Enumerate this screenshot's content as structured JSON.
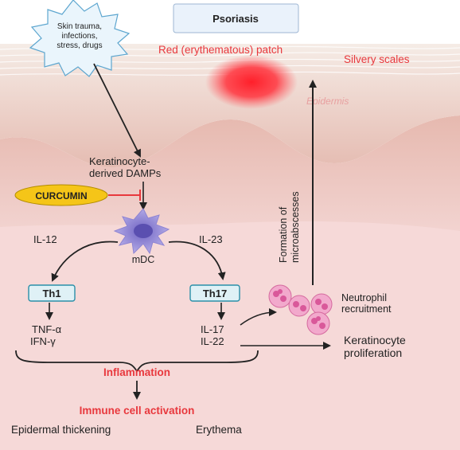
{
  "title": "Psoriasis",
  "trigger": [
    "Skin trauma,",
    "infections,",
    "stress, drugs"
  ],
  "labels": {
    "red_patch": "Red (erythematous) patch",
    "silvery_scales": "Silvery scales",
    "epidermis": "Epidermis",
    "damps_line1": "Keratinocyte-",
    "damps_line2": "derived DAMPs",
    "curcumin": "CURCUMIN",
    "il12": "IL-12",
    "il23": "IL-23",
    "mdc": "mDC",
    "th1": "Th1",
    "th17": "Th17",
    "tnf": "TNF-α",
    "ifn": "IFN-γ",
    "il17": "IL-17",
    "il22": "IL-22",
    "neutrophil_line1": "Neutrophil",
    "neutrophil_line2": "recruitment",
    "kera_line1": "Keratinocyte",
    "kera_line2": "proliferation",
    "micro_line1": "Formation of",
    "micro_line2": "microabscesses",
    "inflammation": "Inflammation",
    "immune": "Immune cell activation",
    "epidermal": "Epidermal thickening",
    "erythema": "Erythema"
  },
  "colors": {
    "accent_red": "#e8383d",
    "curcumin_fill": "#f5c518",
    "th_fill": "#dff1f6",
    "th_border": "#2a8fa8",
    "cell_purple": "#9a8fd6",
    "neutrophil": "#e48ab8",
    "background_pink": "#f6d9d8"
  }
}
